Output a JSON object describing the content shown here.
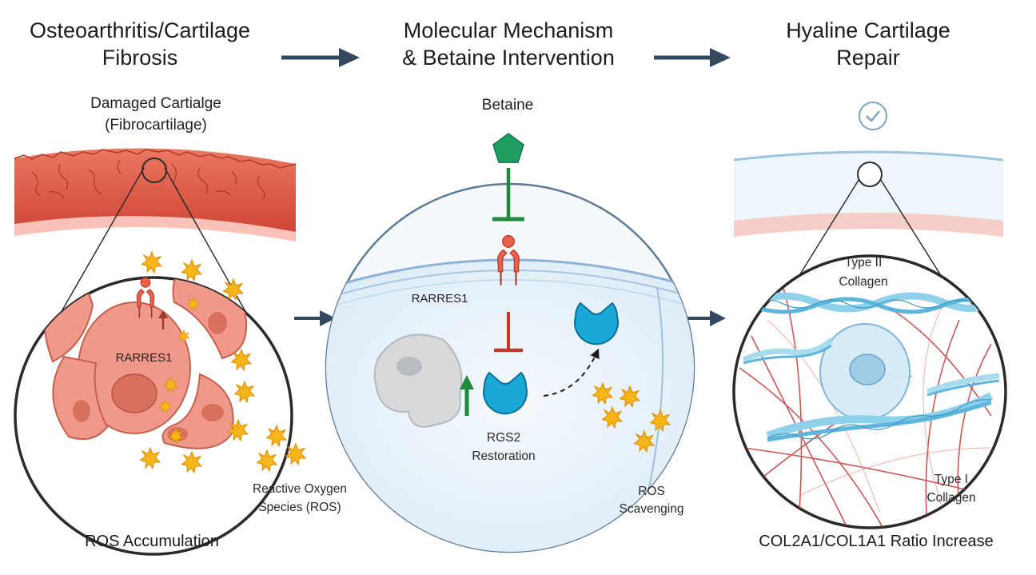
{
  "panels": {
    "left": {
      "title_line1": "Osteoarthritis/Cartilage",
      "title_line2": "Fibrosis",
      "subtitle_line1": "Damaged Cartialge",
      "subtitle_line2": "(Fibrocartilage)",
      "receptor_label": "RARRES1",
      "ros_label_line1": "Reactive Oxygen",
      "ros_label_line2": "Species (ROS)",
      "caption": "ROS Accumulation"
    },
    "middle": {
      "title_line1": "Molecular Mechanism",
      "title_line2": "& Betaine Intervention",
      "drug_label": "Betaine",
      "receptor_label": "RARRES1",
      "rgs2_label_line1": "RGS2",
      "rgs2_label_line2": "Restoration",
      "ros_label_line1": "ROS",
      "ros_label_line2": "Scavenging"
    },
    "right": {
      "title_line1": "Hyaline Cartilage",
      "title_line2": "Repair",
      "type2_line1": "Type II",
      "type2_line2": "Collagen",
      "type1_line1": "Type I",
      "type1_line2": "Collagen",
      "caption": "COL2A1/COL1A1 Ratio Increase"
    }
  },
  "colors": {
    "arrow": "#34495e",
    "cartilage_damaged": "#d9533f",
    "cell_pink": "#f0998a",
    "ros_star": "#f7b519",
    "betaine_green": "#1e9e62",
    "inhibit_green": "#1f8a3a",
    "inhibit_red": "#c0392b",
    "rgs2_blue": "#1aa8d8",
    "collagen_blue": "#8fd0ea",
    "collagen_red": "#c0393b",
    "cell_light_blue": "#d8ecf7"
  },
  "icons": [
    "right-arrow-icon",
    "check-circle-icon",
    "pentagon-icon",
    "ros-star-icon",
    "receptor-icon",
    "pacman-protein-icon"
  ]
}
